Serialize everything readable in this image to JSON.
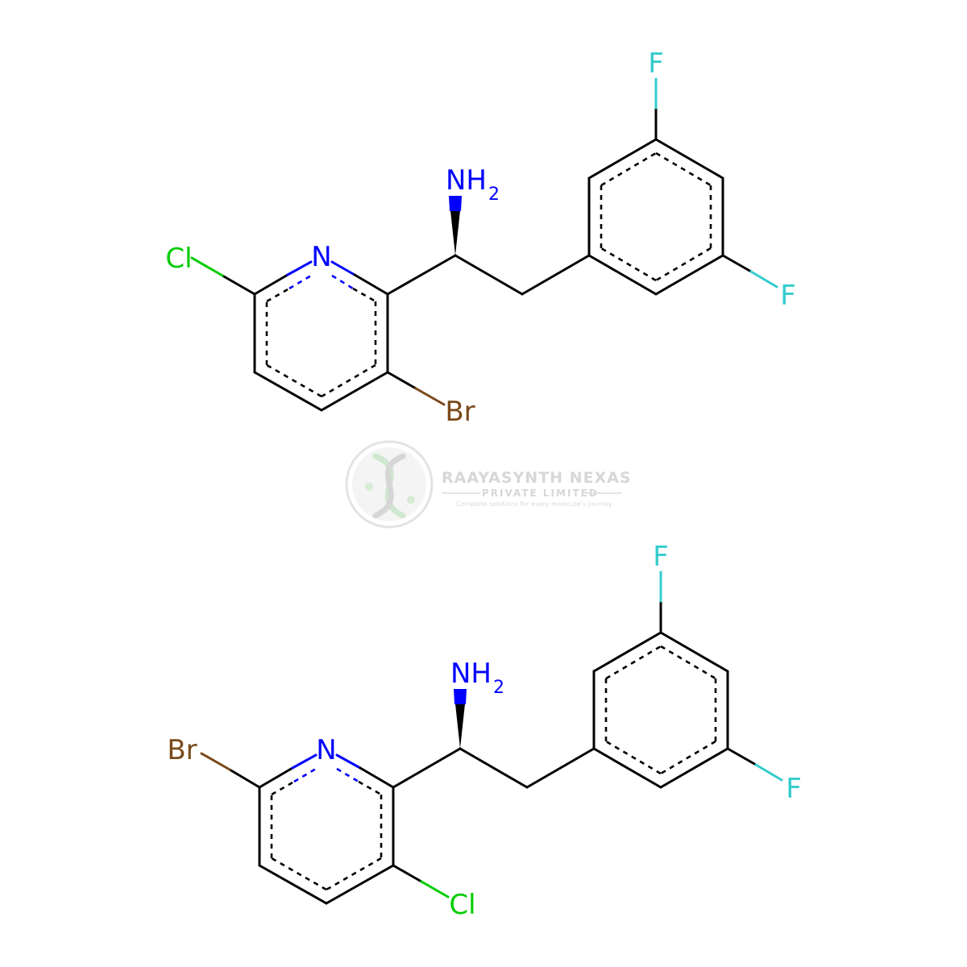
{
  "colors": {
    "bond": "#000000",
    "nitrogen": "#0000ff",
    "chlorine": "#00cc00",
    "bromine": "#7a4a1a",
    "fluorine": "#33cccc",
    "watermark": "#d7d7d7"
  },
  "molecules": [
    {
      "atoms": {
        "n_ring": "N",
        "amine_n": "NH",
        "amine_h_count": "2",
        "halogen_6": "Cl",
        "halogen_3": "Br",
        "f_top": "F",
        "f_right": "F"
      }
    },
    {
      "atoms": {
        "n_ring": "N",
        "amine_n": "NH",
        "amine_h_count": "2",
        "halogen_6": "Br",
        "halogen_3": "Cl",
        "f_top": "F",
        "f_right": "F"
      }
    }
  ],
  "watermark": {
    "name": "RAAYASYNTH NEXAS",
    "subtitle": "PRIVATE LIMITED",
    "tagline": "Complete solutions for every molecule's journey",
    "icon": "dna-helix-logo"
  }
}
